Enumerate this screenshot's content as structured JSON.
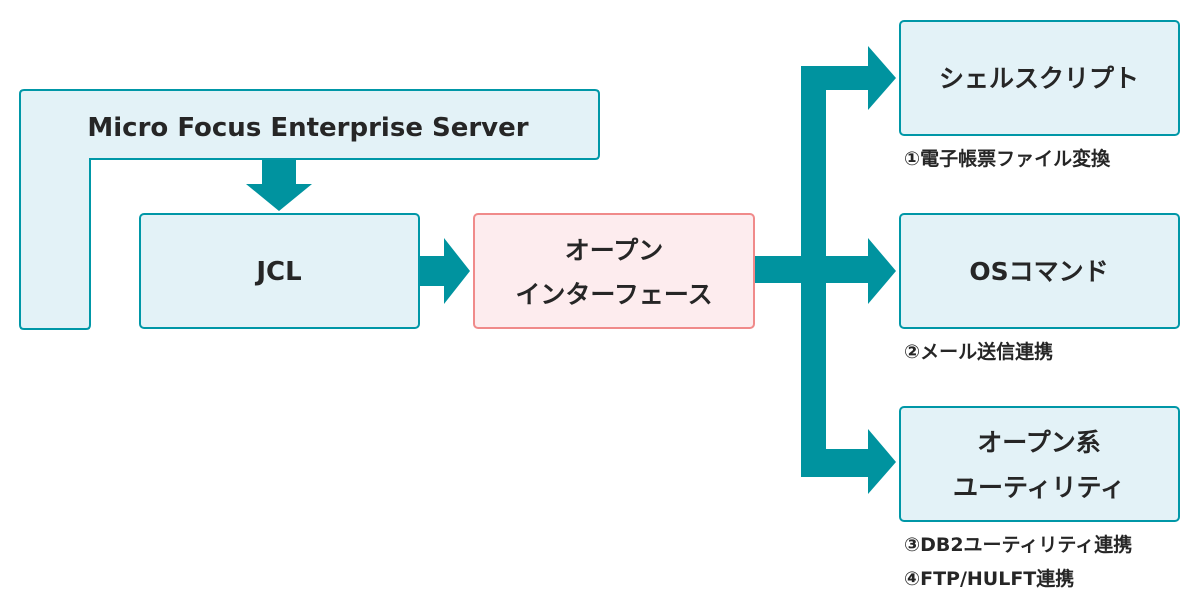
{
  "diagram": {
    "server": {
      "label": "Micro Focus Enterprise Server"
    },
    "jcl": {
      "label": "JCL"
    },
    "open_interface": {
      "line1": "オープン",
      "line2": "インターフェース"
    },
    "targets": {
      "shell_script": {
        "label": "シェルスクリプト",
        "note": "①電子帳票ファイル変換"
      },
      "os_command": {
        "label": "OSコマンド",
        "note": "②メール送信連携"
      },
      "open_utility": {
        "line1": "オープン系",
        "line2": "ユーティリティ",
        "notes": [
          "③DB2ユーティリティ連携",
          "④FTP/HULFT連携"
        ]
      }
    }
  },
  "colors": {
    "box_fill": "#e3f2f7",
    "box_stroke": "#0097a7",
    "highlight_fill": "#fdecee",
    "highlight_stroke": "#f08a8a",
    "arrow": "#00939f",
    "text": "#262626"
  }
}
